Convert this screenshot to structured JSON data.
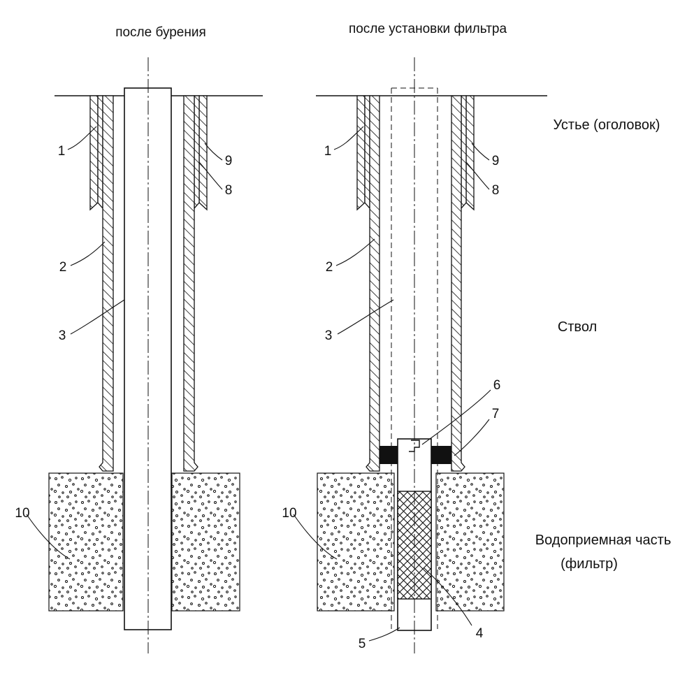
{
  "titles": {
    "left": "после бурения",
    "right": "после установки фильтра"
  },
  "zones": {
    "head": "Устье (оголовок)",
    "trunk": "Ствол",
    "intake": "Водоприемная часть",
    "intake_sub": "(фильтр)"
  },
  "callouts": {
    "c1": "1",
    "c2": "2",
    "c3": "3",
    "c4": "4",
    "c5": "5",
    "c6": "6",
    "c7": "7",
    "c8": "8",
    "c9": "9",
    "c10": "10"
  }
}
